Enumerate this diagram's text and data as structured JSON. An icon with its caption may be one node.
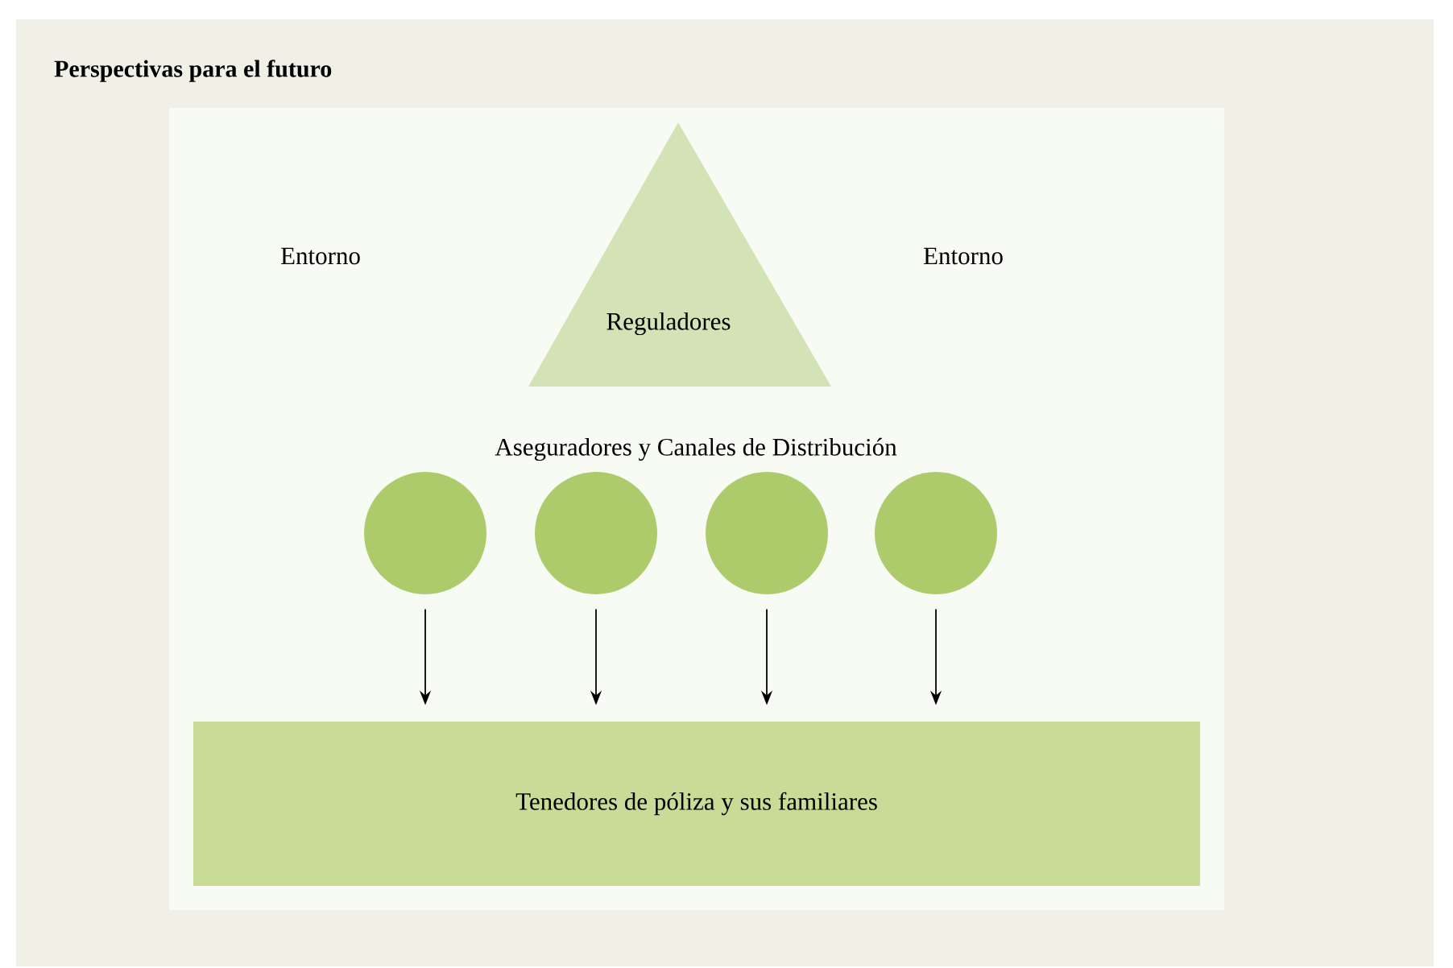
{
  "diagram": {
    "title": "Perspectivas para el futuro",
    "nodes": [
      {
        "text": [
          "Reguladores"
        ]
      },
      {
        "text": [],
        "shape": "circle"
      },
      {
        "text": [],
        "shape": "circle"
      },
      {
        "text": [],
        "shape": "circle"
      },
      {
        "text": [],
        "shape": "circle"
      },
      {
        "text": [
          "Tenedores de póliza y sus familiares"
        ]
      }
    ],
    "edges": [
      {
        "from": 1,
        "to": 5,
        "arrow": "to"
      },
      {
        "from": 2,
        "to": 5,
        "arrow": "to"
      },
      {
        "from": 3,
        "to": 5,
        "arrow": "to"
      },
      {
        "from": 4,
        "to": 5,
        "arrow": "to"
      }
    ],
    "labels": [
      "Entorno",
      "Entorno",
      "Aseguradores y Canales de Distribución"
    ]
  }
}
